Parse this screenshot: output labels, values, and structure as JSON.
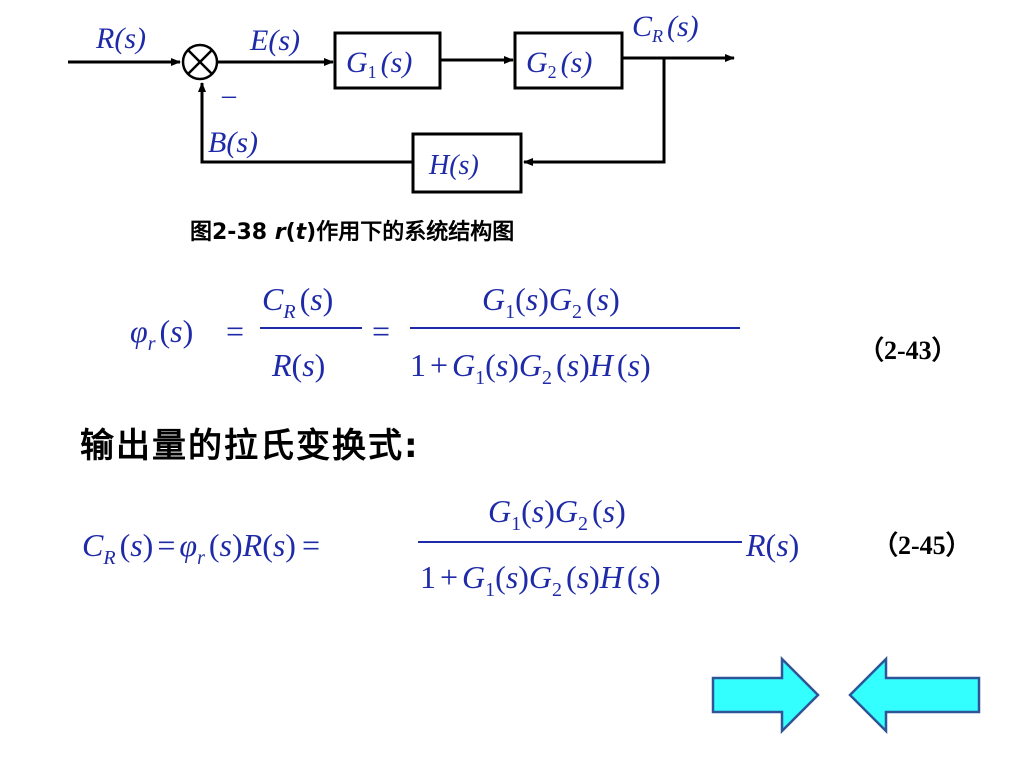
{
  "diagram": {
    "input_label": "R(s)",
    "error_label": "E(s)",
    "minus_sign": "–",
    "feedback_label": "B(s)",
    "block1": {
      "main": "G",
      "sub": "1",
      "arg": "(s)"
    },
    "block2": {
      "main": "G",
      "sub": "2",
      "arg": "(s)"
    },
    "feedback_block": "H(s)",
    "output": {
      "main": "C",
      "sub": "R",
      "arg": "(s)"
    }
  },
  "caption": {
    "prefix": "图2-38 ",
    "var": "r",
    "open": "(",
    "var2": "t",
    "close": ")",
    "suffix": "作用下的系统结构图"
  },
  "equation1": {
    "number": "（2-43）"
  },
  "heading": "输出量的拉氏变换式:",
  "equation2": {
    "number": "（2-45）"
  },
  "colors": {
    "formula": "#1f2aa8",
    "arrow_fill": "#33ffff",
    "arrow_stroke": "#2f5597",
    "lines": "#000000"
  },
  "nav": {
    "next_icon": "arrow-right-icon",
    "prev_icon": "arrow-left-icon"
  }
}
